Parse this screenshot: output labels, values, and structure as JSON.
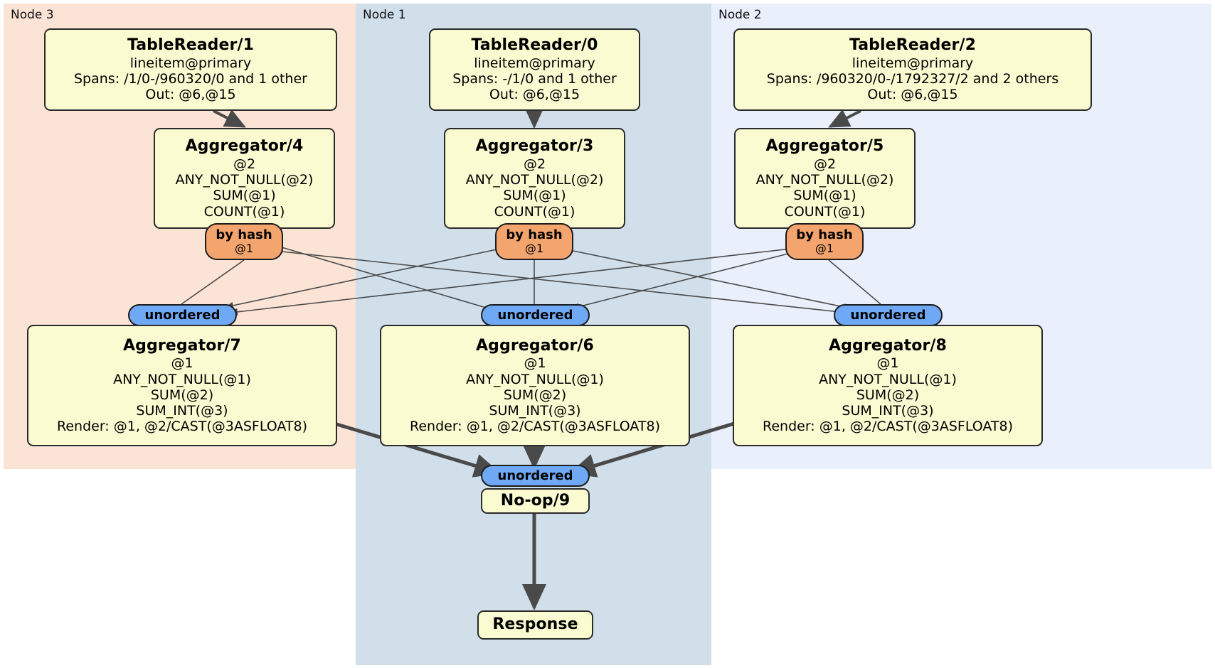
{
  "diagram": {
    "type": "distributed-query-plan",
    "panels": [
      {
        "id": "node3",
        "label": "Node 3",
        "color": "#fbe3d6"
      },
      {
        "id": "node1",
        "label": "Node 1",
        "color": "#d1dfea"
      },
      {
        "id": "node2",
        "label": "Node 2",
        "color": "#e9effb"
      }
    ],
    "colors": {
      "box_fill": "#fbfbd2",
      "box_border": "#2b2b2b",
      "hash_pill": "#f4a46d",
      "unordered_pill": "#6fa8f5",
      "edge": "#4a4a4a"
    },
    "nodes": {
      "table_reader_1": {
        "title": "TableReader/1",
        "lines": [
          "lineitem@primary",
          "Spans: /1/0-/960320/0 and 1 other",
          "Out: @6,@15"
        ]
      },
      "table_reader_0": {
        "title": "TableReader/0",
        "lines": [
          "lineitem@primary",
          "Spans: -/1/0 and 1 other",
          "Out: @6,@15"
        ]
      },
      "table_reader_2": {
        "title": "TableReader/2",
        "lines": [
          "lineitem@primary",
          "Spans: /960320/0-/1792327/2 and 2 others",
          "Out: @6,@15"
        ]
      },
      "aggregator_4": {
        "title": "Aggregator/4",
        "lines": [
          "@2",
          "ANY_NOT_NULL(@2)",
          "SUM(@1)",
          "COUNT(@1)"
        ]
      },
      "aggregator_3": {
        "title": "Aggregator/3",
        "lines": [
          "@2",
          "ANY_NOT_NULL(@2)",
          "SUM(@1)",
          "COUNT(@1)"
        ]
      },
      "aggregator_5": {
        "title": "Aggregator/5",
        "lines": [
          "@2",
          "ANY_NOT_NULL(@2)",
          "SUM(@1)",
          "COUNT(@1)"
        ]
      },
      "aggregator_7": {
        "title": "Aggregator/7",
        "lines": [
          "@1",
          "ANY_NOT_NULL(@1)",
          "SUM(@2)",
          "SUM_INT(@3)",
          "Render: @1, @2/CAST(@3ASFLOAT8)"
        ]
      },
      "aggregator_6": {
        "title": "Aggregator/6",
        "lines": [
          "@1",
          "ANY_NOT_NULL(@1)",
          "SUM(@2)",
          "SUM_INT(@3)",
          "Render: @1, @2/CAST(@3ASFLOAT8)"
        ]
      },
      "aggregator_8": {
        "title": "Aggregator/8",
        "lines": [
          "@1",
          "ANY_NOT_NULL(@1)",
          "SUM(@2)",
          "SUM_INT(@3)",
          "Render: @1, @2/CAST(@3ASFLOAT8)"
        ]
      },
      "noop_9": {
        "title": "No-op/9",
        "lines": []
      },
      "response": {
        "title": "Response",
        "lines": []
      }
    },
    "routers": {
      "hash_left": {
        "label": "by hash",
        "sub": "@1"
      },
      "hash_mid": {
        "label": "by hash",
        "sub": "@1"
      },
      "hash_right": {
        "label": "by hash",
        "sub": "@1"
      },
      "unordered_left": {
        "label": "unordered"
      },
      "unordered_mid": {
        "label": "unordered"
      },
      "unordered_right": {
        "label": "unordered"
      },
      "unordered_final": {
        "label": "unordered"
      }
    }
  }
}
